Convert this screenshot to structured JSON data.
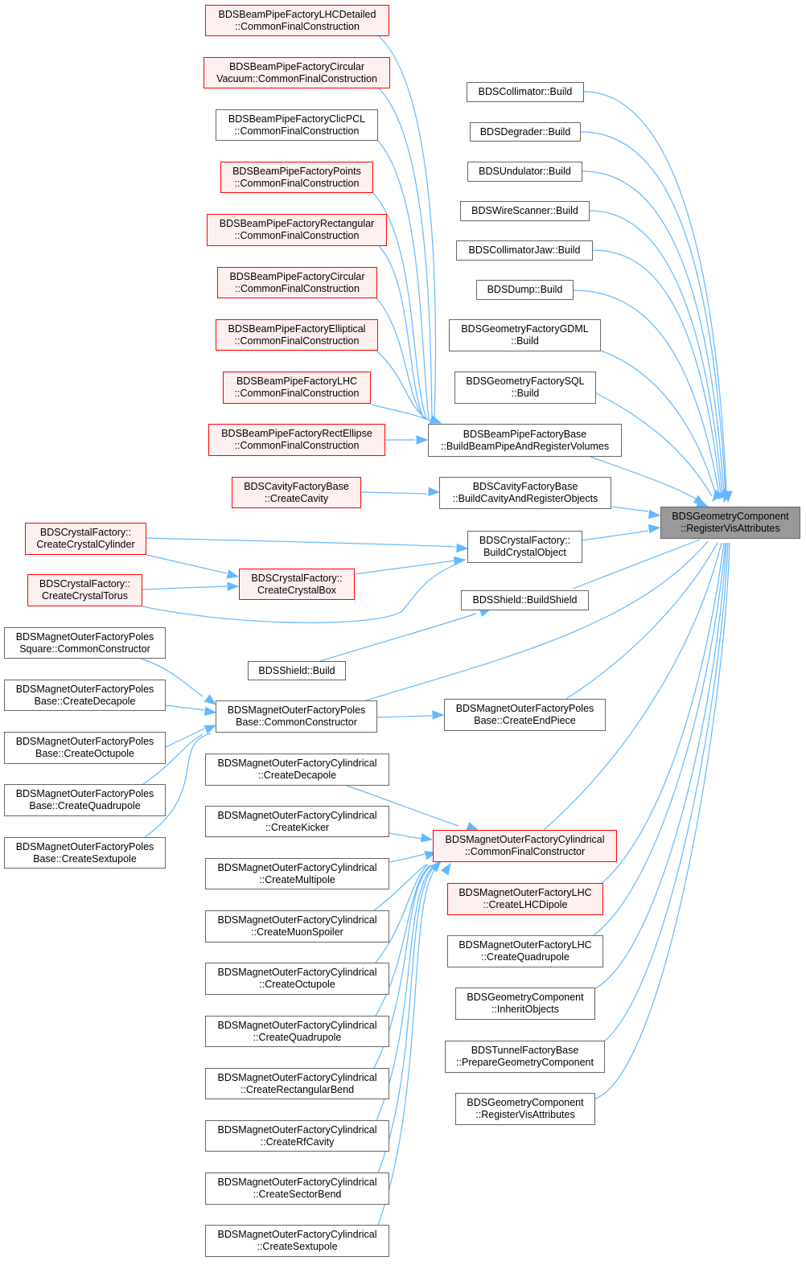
{
  "colors": {
    "edge": "#63b8ff",
    "border": "#666666",
    "red_border": "#ff0000",
    "red_fill": "#fff0f0",
    "root_fill": "#999999"
  },
  "nodes": {
    "lhcdet": {
      "l1": "BDSBeamPipeFactoryLHCDetailed",
      "l2": "::CommonFinalConstruction"
    },
    "circvac": {
      "l1": "BDSBeamPipeFactoryCircular",
      "l2": "Vacuum::CommonFinalConstruction"
    },
    "clicpcl": {
      "l1": "BDSBeamPipeFactoryClicPCL",
      "l2": "::CommonFinalConstruction"
    },
    "points": {
      "l1": "BDSBeamPipeFactoryPoints",
      "l2": "::CommonFinalConstruction"
    },
    "rect": {
      "l1": "BDSBeamPipeFactoryRectangular",
      "l2": "::CommonFinalConstruction"
    },
    "circ": {
      "l1": "BDSBeamPipeFactoryCircular",
      "l2": "::CommonFinalConstruction"
    },
    "ellip": {
      "l1": "BDSBeamPipeFactoryElliptical",
      "l2": "::CommonFinalConstruction"
    },
    "lhc": {
      "l1": "BDSBeamPipeFactoryLHC",
      "l2": "::CommonFinalConstruction"
    },
    "rectell": {
      "l1": "BDSBeamPipeFactoryRectEllipse",
      "l2": "::CommonFinalConstruction"
    },
    "cavcreate": {
      "l1": "BDSCavityFactoryBase",
      "l2": "::CreateCavity"
    },
    "crycyl": {
      "l1": "BDSCrystalFactory::",
      "l2": "CreateCrystalCylinder"
    },
    "crytor": {
      "l1": "BDSCrystalFactory::",
      "l2": "CreateCrystalTorus"
    },
    "crybox": {
      "l1": "BDSCrystalFactory::",
      "l2": "CreateCrystalBox"
    },
    "mpsq": {
      "l1": "BDSMagnetOuterFactoryPoles",
      "l2": "Square::CommonConstructor"
    },
    "mpdec": {
      "l1": "BDSMagnetOuterFactoryPoles",
      "l2": "Base::CreateDecapole"
    },
    "mpoct": {
      "l1": "BDSMagnetOuterFactoryPoles",
      "l2": "Base::CreateOctupole"
    },
    "mpquad": {
      "l1": "BDSMagnetOuterFactoryPoles",
      "l2": "Base::CreateQuadrupole"
    },
    "mpsext": {
      "l1": "BDSMagnetOuterFactoryPoles",
      "l2": "Base::CreateSextupole"
    },
    "mpcc": {
      "l1": "BDSMagnetOuterFactoryPoles",
      "l2": "Base::CommonConstructor"
    },
    "shbuild": {
      "l1": "BDSShield::Build"
    },
    "cdec": {
      "l1": "BDSMagnetOuterFactoryCylindrical",
      "l2": "::CreateDecapole"
    },
    "ckick": {
      "l1": "BDSMagnetOuterFactoryCylindrical",
      "l2": "::CreateKicker"
    },
    "cmulti": {
      "l1": "BDSMagnetOuterFactoryCylindrical",
      "l2": "::CreateMultipole"
    },
    "cmuon": {
      "l1": "BDSMagnetOuterFactoryCylindrical",
      "l2": "::CreateMuonSpoiler"
    },
    "coct": {
      "l1": "BDSMagnetOuterFactoryCylindrical",
      "l2": "::CreateOctupole"
    },
    "cquad": {
      "l1": "BDSMagnetOuterFactoryCylindrical",
      "l2": "::CreateQuadrupole"
    },
    "crectb": {
      "l1": "BDSMagnetOuterFactoryCylindrical",
      "l2": "::CreateRectangularBend"
    },
    "crf": {
      "l1": "BDSMagnetOuterFactoryCylindrical",
      "l2": "::CreateRfCavity"
    },
    "csect": {
      "l1": "BDSMagnetOuterFactoryCylindrical",
      "l2": "::CreateSectorBend"
    },
    "csext": {
      "l1": "BDSMagnetOuterFactoryCylindrical",
      "l2": "::CreateSextupole"
    },
    "coll": {
      "l1": "BDSCollimator::Build"
    },
    "degr": {
      "l1": "BDSDegrader::Build"
    },
    "undul": {
      "l1": "BDSUndulator::Build"
    },
    "wire": {
      "l1": "BDSWireScanner::Build"
    },
    "colljaw": {
      "l1": "BDSCollimatorJaw::Build"
    },
    "dump": {
      "l1": "BDSDump::Build"
    },
    "gdml": {
      "l1": "BDSGeometryFactoryGDML",
      "l2": "::Build"
    },
    "sql": {
      "l1": "BDSGeometryFactorySQL",
      "l2": "::Build"
    },
    "bpbase": {
      "l1": "BDSBeamPipeFactoryBase",
      "l2": "::BuildBeamPipeAndRegisterVolumes"
    },
    "cavbuild": {
      "l1": "BDSCavityFactoryBase",
      "l2": "::BuildCavityAndRegisterObjects"
    },
    "crybuild": {
      "l1": "BDSCrystalFactory::",
      "l2": "BuildCrystalObject"
    },
    "shbuildsh": {
      "l1": "BDSShield::BuildShield"
    },
    "mpend": {
      "l1": "BDSMagnetOuterFactoryPoles",
      "l2": "Base::CreateEndPiece"
    },
    "cylcfc": {
      "l1": "BDSMagnetOuterFactoryCylindrical",
      "l2": "::CommonFinalConstructor"
    },
    "lhcdip": {
      "l1": "BDSMagnetOuterFactoryLHC",
      "l2": "::CreateLHCDipole"
    },
    "lhcquad": {
      "l1": "BDSMagnetOuterFactoryLHC",
      "l2": "::CreateQuadrupole"
    },
    "inherit": {
      "l1": "BDSGeometryComponent",
      "l2": "::InheritObjects"
    },
    "tunnel": {
      "l1": "BDSTunnelFactoryBase",
      "l2": "::PrepareGeometryComponent"
    },
    "gcreg": {
      "l1": "BDSGeometryComponent",
      "l2": "::RegisterVisAttributes"
    },
    "root": {
      "l1": "BDSGeometryComponent",
      "l2": "::RegisterVisAttributes"
    }
  }
}
